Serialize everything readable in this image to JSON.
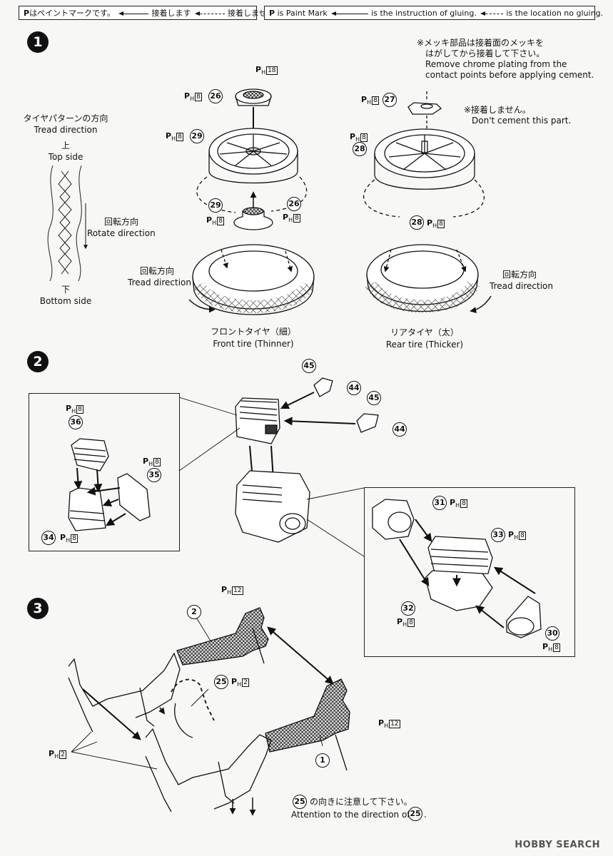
{
  "legend": {
    "jp_paint_mark": "はペイントマークです。",
    "jp_glue": "接着します",
    "jp_no_glue": "接着しません",
    "en_paint_mark": "is Paint Mark",
    "en_glue": "is the instruction of gluing.",
    "en_no_glue": "is the location no gluing.",
    "mark_symbol": "P"
  },
  "steps": [
    "1",
    "2",
    "3"
  ],
  "step1": {
    "chrome_note_jp_1": "※メッキ部品は接着面のメッキを",
    "chrome_note_jp_2": "はがしてから接着して下さい。",
    "chrome_note_en_1": "Remove chrome plating from the",
    "chrome_note_en_2": "contact points before applying cement.",
    "no_cement_jp": "※接着しません。",
    "no_cement_en": "Don't cement this part.",
    "tread_dir_jp": "タイヤパターンの方向",
    "tread_dir_en": "Tread direction",
    "top_jp": "上",
    "top_en": "Top side",
    "bottom_jp": "下",
    "bottom_en": "Bottom side",
    "rotate_jp": "回転方向",
    "rotate_en": "Rotate direction",
    "left_rot_jp": "回転方向",
    "left_rot_en": "Tread direction",
    "right_rot_jp": "回転方向",
    "right_rot_en": "Tread direction",
    "front_jp": "フロントタイヤ（細）",
    "front_en": "Front tire (Thinner)",
    "rear_jp": "リアタイヤ（太）",
    "rear_en": "Rear tire (Thicker)"
  },
  "step3": {
    "note_jp": "の向きに注意して下さい。",
    "note_en": "Attention to the direction of",
    "note_end": "."
  },
  "parts": {
    "p26a": "26",
    "p29a": "29",
    "p29b": "29",
    "p26b": "26",
    "p27": "27",
    "p28a": "28",
    "p28b": "28",
    "p45a": "45",
    "p44a": "44",
    "p45b": "45",
    "p44b": "44",
    "p36": "36",
    "p35": "35",
    "p34": "34",
    "p31": "31",
    "p33": "33",
    "p32": "32",
    "p30": "30",
    "p2": "2",
    "p25a": "25",
    "p1": "1",
    "p25b": "25",
    "p25c": "25"
  },
  "paint": {
    "h": "H",
    "n18": "18",
    "n8": "8",
    "n12": "12",
    "n2": "2"
  },
  "watermark": "HOBBY SEARCH"
}
